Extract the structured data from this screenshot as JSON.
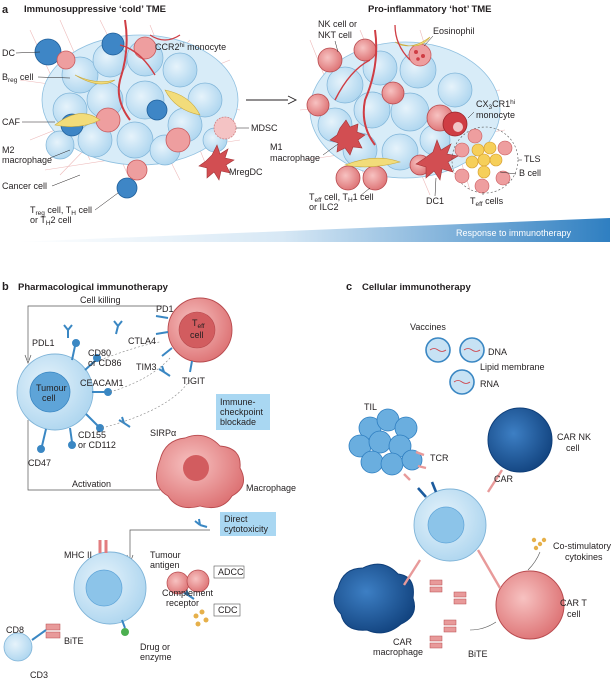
{
  "panels": {
    "a": {
      "letter": "a",
      "cold_title": "Immunosuppressive ‘cold’ TME",
      "hot_title": "Pro-inflammatory ‘hot’ TME",
      "cold_labels": {
        "dc": "DC",
        "ccr2": "CCR2",
        "ccr2_sup": "hi",
        "ccr2_rest": " monocyte",
        "breg": "B",
        "breg_sub": "reg",
        "breg_rest": " cell",
        "caf": "CAF",
        "mdsc": "MDSC",
        "m2_1": "M2",
        "m2_2": "macrophage",
        "mregdc": "MregDC",
        "cancer": "Cancer cell",
        "treg_1a": "T",
        "treg_1b": "reg",
        "treg_1c": " cell, T",
        "treg_1d": "H",
        "treg_1e": " cell",
        "treg_2a": "or T",
        "treg_2b": "H",
        "treg_2c": "2 cell"
      },
      "hot_labels": {
        "nk_1": "NK cell or",
        "nk_2": "NKT cell",
        "eos": "Eosinophil",
        "cx_1a": "CX",
        "cx_1b": "3",
        "cx_1c": "CR1",
        "cx_1d": "hi",
        "cx_2": "monocyte",
        "m1_1": "M1",
        "m1_2": "macrophage",
        "tls": "TLS",
        "bcell": "B cell",
        "teff_1a": "T",
        "teff_1b": "eff",
        "teff_1c": " cell, T",
        "teff_1d": "H",
        "teff_1e": "1 cell",
        "teff_2": "or ILC2",
        "dc1": "DC1",
        "teffcells_a": "T",
        "teffcells_b": "eff",
        "teffcells_c": " cells"
      },
      "response_bar": "Response to immunotherapy"
    },
    "b": {
      "letter": "b",
      "title": "Pharmacological immunotherapy",
      "labels": {
        "cell_killing": "Cell killing",
        "pd1": "PD1",
        "ctla4": "CTLA4",
        "tim3": "TIM3",
        "tigit": "TIGIT",
        "tcell_a": "T",
        "tcell_b": "eff",
        "tcell_c": "cell",
        "pdl1": "PDL1",
        "cd80": "CD80",
        "cd86": "or CD86",
        "ceacam1": "CEACAM1",
        "tumour_1": "Tumour",
        "tumour_2": "cell",
        "checkpoint_1": "Immune-",
        "checkpoint_2": "checkpoint",
        "checkpoint_3": "blockade",
        "sirpa": "SIRPα",
        "cd155": "CD155",
        "cd112": "or CD112",
        "cd47": "CD47",
        "activation": "Activation",
        "macrophage": "Macrophage",
        "direct_1": "Direct",
        "direct_2": "cytotoxicity",
        "mhc": "MHC II",
        "tum_ag_1": "Tumour",
        "tum_ag_2": "antigen",
        "adcc": "ADCC",
        "complement_1": "Complement",
        "complement_2": "receptor",
        "cdc": "CDC",
        "cd8": "CD8",
        "bite": "BiTE",
        "cd3": "CD3",
        "drug_1": "Drug or",
        "drug_2": "enzyme"
      }
    },
    "c": {
      "letter": "c",
      "title": "Cellular immunotherapy",
      "labels": {
        "vaccines": "Vaccines",
        "dna": "DNA",
        "lipid": "Lipid membrane",
        "rna": "RNA",
        "til": "TIL",
        "tcr": "TCR",
        "carnk_1": "CAR NK",
        "carnk_2": "cell",
        "car": "CAR",
        "costim_1": "Co-stimulatory",
        "costim_2": "cytokines",
        "cart_1": "CAR T",
        "cart_2": "cell",
        "carmac_1": "CAR",
        "carmac_2": "macrophage",
        "bite": "BiTE"
      }
    }
  },
  "colors": {
    "tumour_blue": "#b9dcf2",
    "tcell_red": "#e27d7f",
    "macrophage_red": "#e89a9a",
    "dark_blue": "#1b5b9e",
    "response_bar": "#2f7fc1",
    "antibody_blue": "#3a87c3",
    "checkpoint_box": "#a9d7f2"
  }
}
